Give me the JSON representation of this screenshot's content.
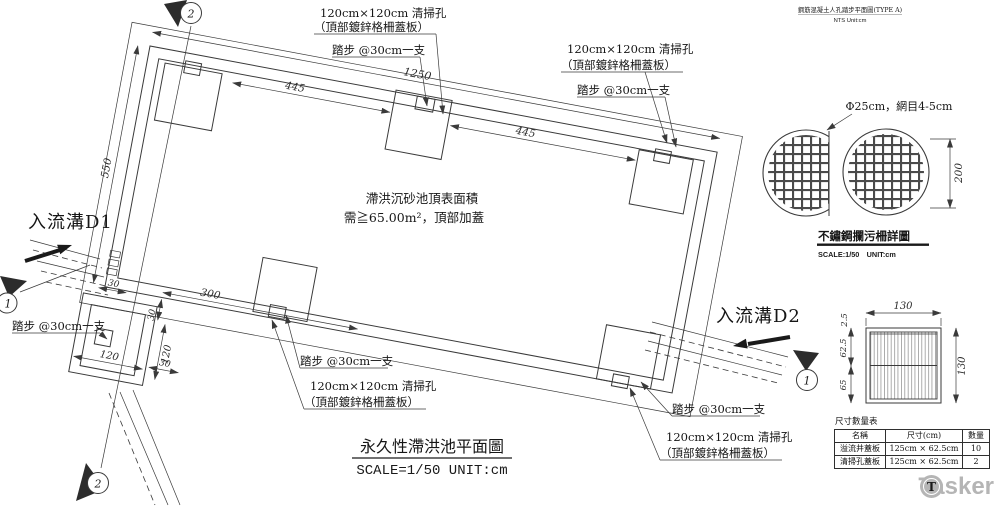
{
  "colors": {
    "line": "#3a3a3a",
    "text": "#161616",
    "watermark": "#b5b5b5"
  },
  "plan": {
    "inflow_d1": "入流溝D1",
    "inflow_d2": "入流溝D2",
    "note_line1": "滯洪沉砂池頂表面積",
    "note_line2": "需≧65.00m²，頂部加蓋",
    "labels": {
      "cleanhole_line1": "120cm×120cm 清掃孔",
      "cleanhole_line2": "（頂部鍍鋅格柵蓋板）",
      "step": "踏步 @30cm一支"
    },
    "dims": {
      "d1250": "1250",
      "d445": "445",
      "d550": "550",
      "d300": "300",
      "d120": "120",
      "d30": "30"
    },
    "markers": {
      "m1": "1",
      "m2": "2"
    },
    "title": "永久性滯洪池平面圖",
    "title_scale": "SCALE=1/50  UNIT:cm"
  },
  "grating_detail": {
    "heading": "鋼筋混凝土人孔踏步平面圖(TYPE A)",
    "subheading": "NTS  Unit:cm",
    "mesh_label": "Φ25cm，網目4-5cm",
    "dim_200": "200",
    "caption": "不鏽鋼攔污柵詳圖",
    "caption_scale": "SCALE:1/50　UNIT:cm"
  },
  "cover_detail": {
    "dim_top": "130",
    "dim_right": "130",
    "dim_25": "2.5",
    "dim_625": "62.5",
    "dim_65": "65",
    "table_title": "尺寸數量表",
    "table": {
      "headers": [
        "名稱",
        "尺寸(cm)",
        "數量"
      ],
      "rows": [
        {
          "name": "溢流井蓋板",
          "size": "125cm × 62.5cm",
          "qty": "10"
        },
        {
          "name": "清掃孔蓋板",
          "size": "125cm × 62.5cm",
          "qty": "2"
        }
      ]
    }
  },
  "watermark": {
    "text": "Tasker",
    "logo": "T"
  }
}
